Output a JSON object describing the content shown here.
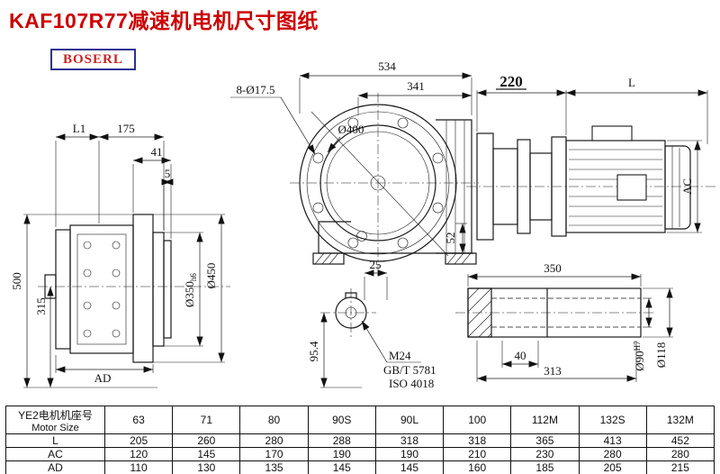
{
  "title": "KAF107R77减速机电机尺寸图纸",
  "brand": "BOSERL",
  "colors": {
    "title_red": "#cc0000",
    "brand_red": "#cc2222",
    "brand_border_blue": "#2e3192",
    "line": "#1a1a1a"
  },
  "dims": {
    "d534": "534",
    "d341": "341",
    "bolt_holes": "8-Ø17.5",
    "d400": "Ø400",
    "d52": "52",
    "d220": "220",
    "L": "L",
    "AC": "AC",
    "L1": "L1",
    "d175": "175",
    "d41": "41",
    "d5": "5",
    "d500": "500",
    "d315": "315",
    "AD": "AD",
    "d350dia": "Ø350",
    "h6": "h6",
    "d450": "Ø450",
    "d25": "25",
    "d95_4": "95.4",
    "M24": "M24",
    "gbt": "GB/T 5781",
    "iso": "ISO 4018",
    "d350len": "350",
    "d40": "40",
    "d313": "313",
    "d90": "Ø90",
    "H7": "H7",
    "d118": "Ø118"
  },
  "table": {
    "header_cn": "YE2电机机座号",
    "header_en": "Motor Size",
    "columns": [
      "63",
      "71",
      "80",
      "90S",
      "90L",
      "100",
      "112M",
      "132S",
      "132M"
    ],
    "rows": [
      {
        "label": "L",
        "values": [
          "205",
          "260",
          "280",
          "288",
          "318",
          "318",
          "365",
          "413",
          "452"
        ]
      },
      {
        "label": "AC",
        "values": [
          "120",
          "145",
          "170",
          "190",
          "190",
          "210",
          "230",
          "280",
          "280"
        ]
      },
      {
        "label": "AD",
        "values": [
          "110",
          "130",
          "135",
          "145",
          "145",
          "160",
          "185",
          "205",
          "215"
        ]
      }
    ]
  }
}
